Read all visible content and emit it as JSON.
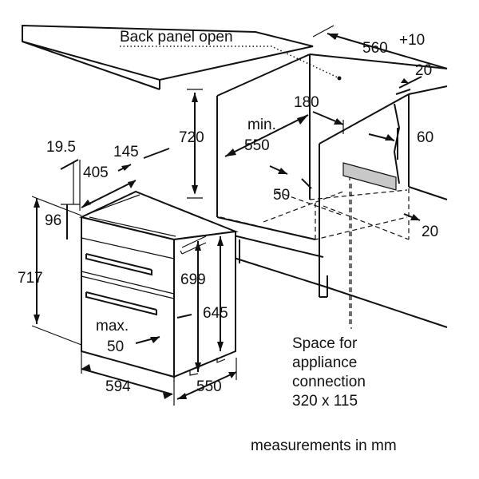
{
  "labels": {
    "back_panel": "Back panel open",
    "niche_width": "560",
    "niche_width_tol": "+10",
    "dim_180": "180",
    "dim_20_top": "20",
    "dim_60": "60",
    "min_label": "min.",
    "min_value": "550",
    "dim_720": "720",
    "dim_50_niche": "50",
    "dim_20_right": "20",
    "dim_19_5": "19.5",
    "dim_145": "145",
    "dim_405": "405",
    "dim_96": "96",
    "dim_717": "717",
    "dim_699": "699",
    "dim_645": "645",
    "max_label": "max.",
    "max_value": "50",
    "dim_594": "594",
    "dim_550_depth": "550",
    "space_line1": "Space for",
    "space_line2": "appliance",
    "space_line3": "connection",
    "space_line4": "320 x 115",
    "footer": "measurements in mm"
  },
  "colors": {
    "line": "#111111",
    "shading": "#c8c8c8",
    "background": "#ffffff"
  }
}
